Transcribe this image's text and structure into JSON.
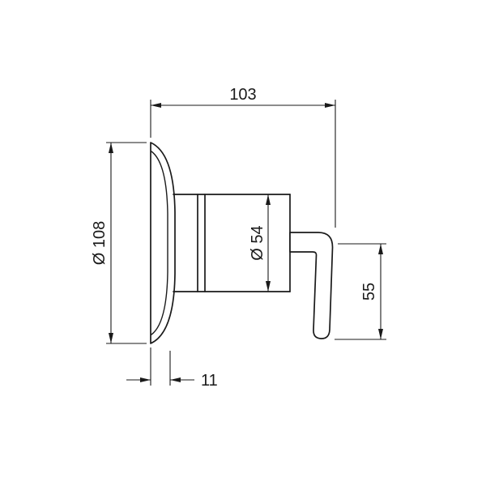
{
  "colors": {
    "line": "#1a1a1a",
    "background": "#ffffff"
  },
  "dims": {
    "width": "103",
    "plate_diameter": "Ø 108",
    "body_diameter": "Ø 54",
    "handle_height": "55",
    "plate_depth": "11"
  }
}
